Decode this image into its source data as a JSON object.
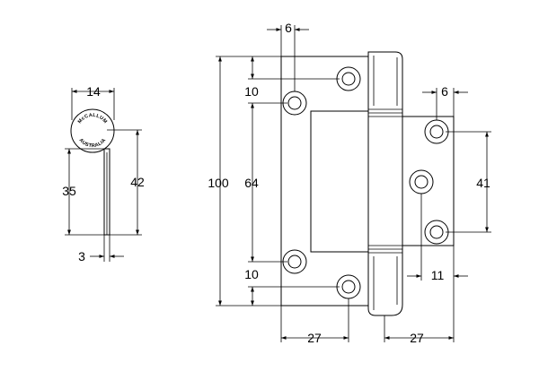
{
  "side_view": {
    "logo_top": "McCALLUM",
    "logo_bottom": "AUSTRALIA",
    "dim_width": "14",
    "dim_total": "42",
    "dim_leaf": "35",
    "dim_thickness": "3"
  },
  "front_view": {
    "dim_height": "100",
    "dim_hole_spacing": "64",
    "dim_top_offset": "10",
    "dim_bottom_offset": "10",
    "dim_top_hole": "6",
    "dim_left_width": "27",
    "dim_right_width": "27",
    "dim_right_hole": "6",
    "dim_right_spacing": "41",
    "dim_right_offset": "11"
  }
}
